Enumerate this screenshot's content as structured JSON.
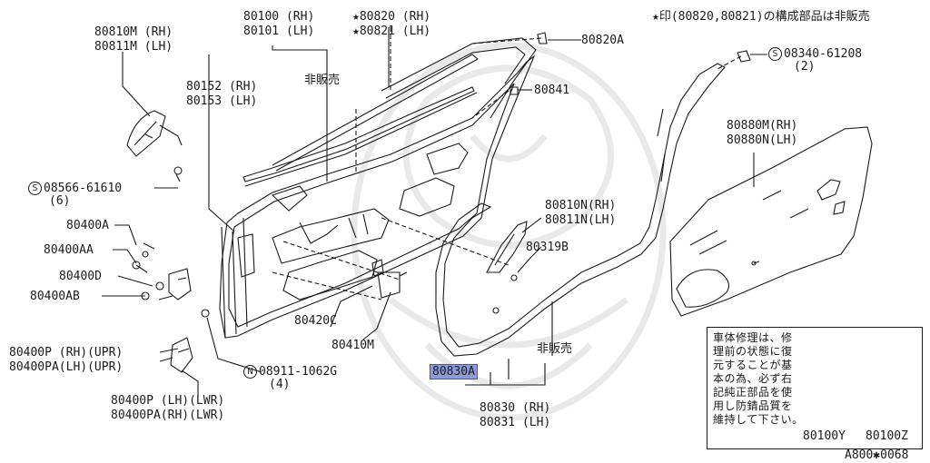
{
  "note_top": "★印(80820,80821)の構成部品は非販売",
  "labels": {
    "l80810m": "80810M (RH)",
    "l80811m": "80811M (LH)",
    "l80100": "80100 (RH)",
    "l80101": "80101 (LH)",
    "l80820": "★80820 (RH)",
    "l80821": "★80821 (LH)",
    "l80820a": "80820A",
    "l08340": "08340-61208",
    "l08340_qty": "(2)",
    "l80152": "80152 (RH)",
    "l80153": "80153 (LH)",
    "not_sold_1": "非販売",
    "l80841": "80841",
    "l80880m": "80880M(RH)",
    "l80880n": "80880N(LH)",
    "l08566": "08566-61610",
    "l08566_qty": "(6)",
    "l80810n": "80810N(RH)",
    "l80811n": "80811N(LH)",
    "l80400a": "80400A",
    "l80400aa": "80400AA",
    "l80319b": "80319B",
    "l80400d": "80400D",
    "l80400ab": "80400AB",
    "l80420c": "80420C",
    "l80410m": "80410M",
    "not_sold_2": "非販売",
    "l80400p_upr": "80400P  (RH)(UPR)",
    "l80400pa_upr": "80400PA(LH)(UPR)",
    "l08911": "08911-1062G",
    "l08911_qty": "(4)",
    "l80830a": "80830A",
    "l80400p_lwr": "80400P  (LH)(LWR)",
    "l80400pa_lwr": "80400PA(RH)(LWR)",
    "l80830": "80830 (RH)",
    "l80831": "80831 (LH)",
    "s_symbol": "S",
    "n_symbol": "N"
  },
  "repair_note": "車体修理は、修\n理前の状態に復\n元することが基\n本の為、必ず右\n記純正部品を使\n用し防錆品質を\n維持して下さい。",
  "l80100y": "80100Y",
  "l80100z": "80100Z",
  "diagram_code": "A800✱0068"
}
